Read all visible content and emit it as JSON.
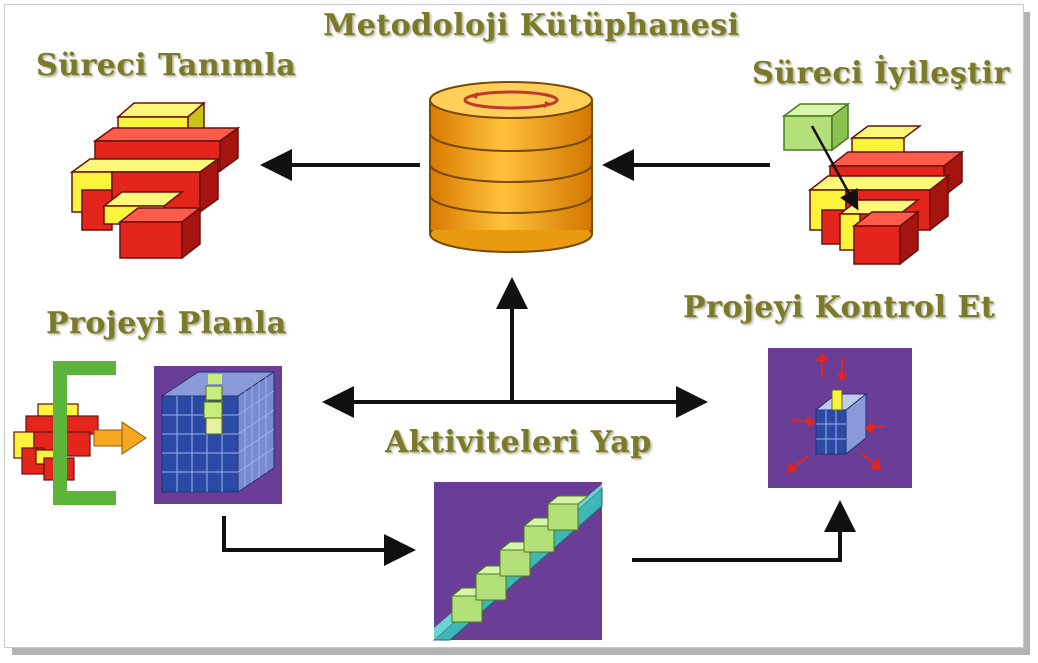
{
  "labels": {
    "library": "Metodoloji Kütüphanesi",
    "define": "Süreci Tanımla",
    "improve": "Süreci İyileştir",
    "plan": "Projeyi Planla",
    "control": "Projeyi Kontrol Et",
    "perform": "Aktiviteleri Yap"
  },
  "colors": {
    "label": "#7a7a2a",
    "red": "#e3251c",
    "yellow": "#fbf43a",
    "green": "#b4e07a",
    "green_bracket": "#5cb43a",
    "orange_db": "#f5a623",
    "purple": "#6a3e97",
    "cube_blue": "#2a4aa6",
    "teal": "#3fb7b5",
    "arrow": "#111111"
  },
  "icons": [
    "database-icon",
    "block-stack-icon",
    "cube-grid-icon",
    "staircase-blocks-icon",
    "arrow-icon"
  ]
}
